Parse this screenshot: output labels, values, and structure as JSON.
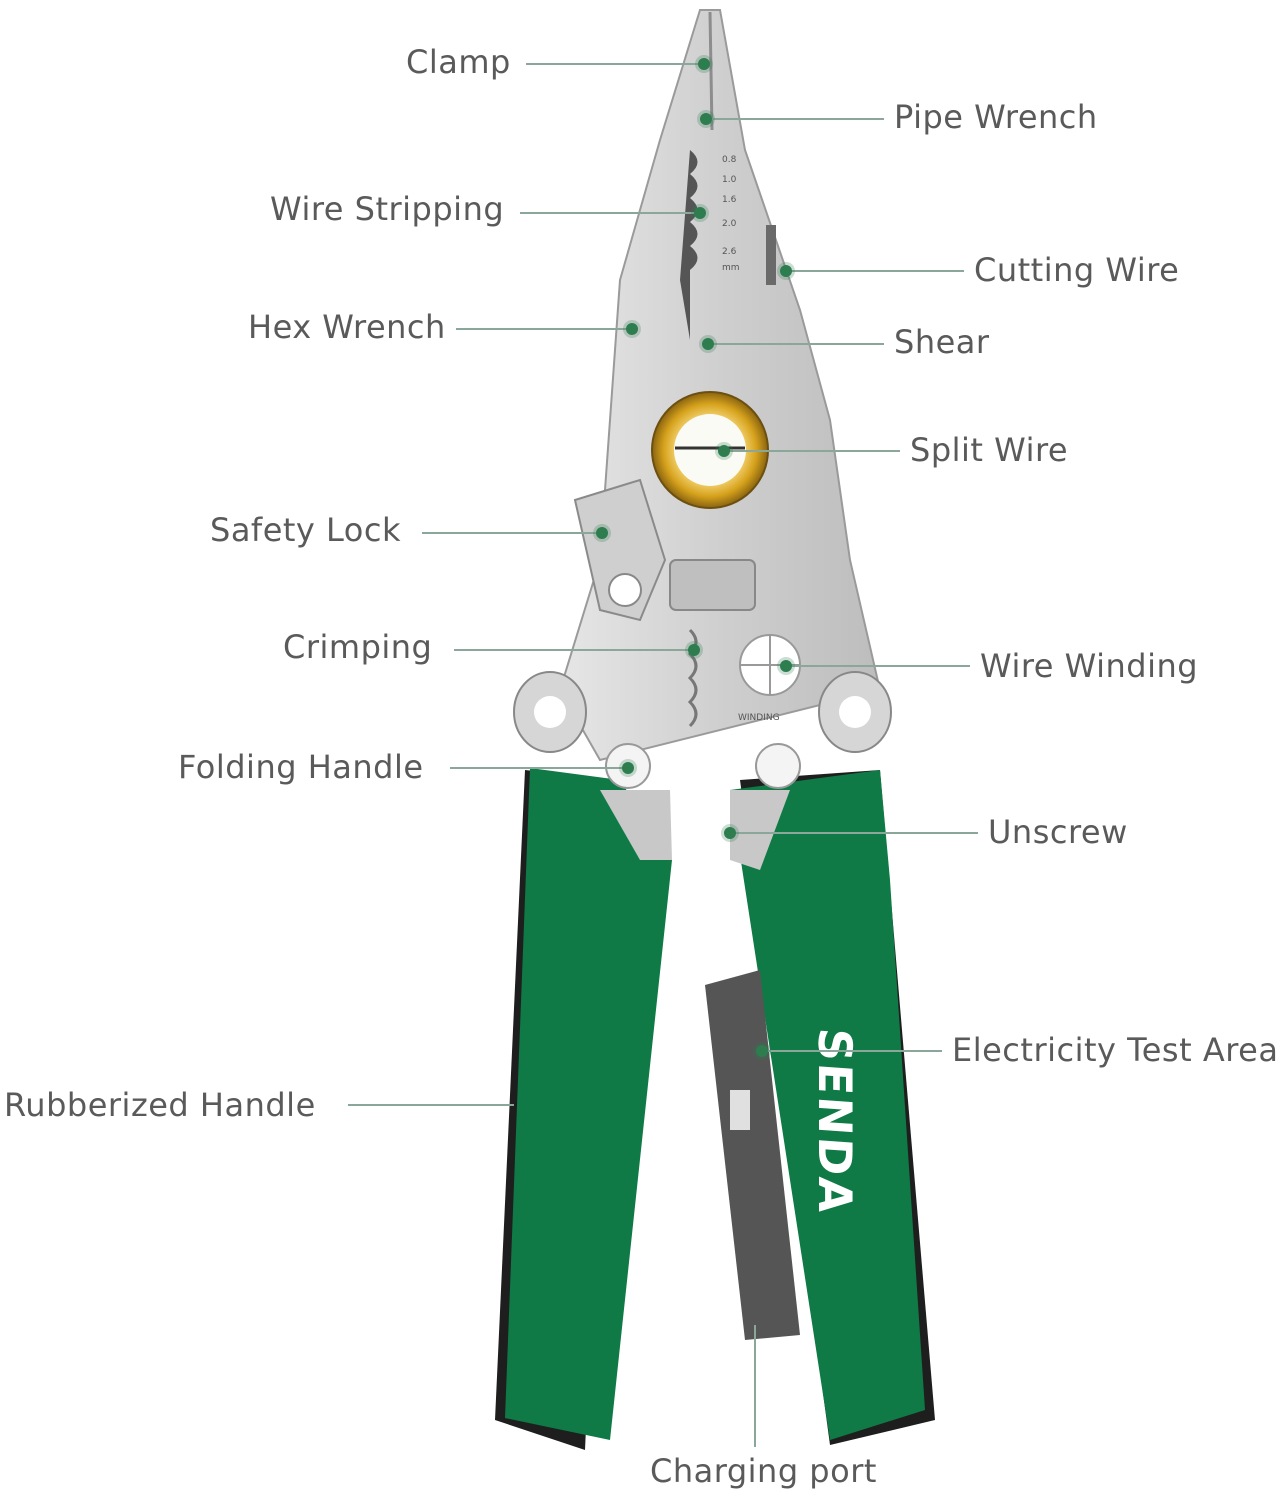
{
  "product": {
    "brand": "SENDA",
    "type": "multi-function wire stripper pliers",
    "colors": {
      "handle_green": "#0f7a45",
      "handle_dark": "#1e1e1e",
      "steel": "#d4d4d4",
      "brass": "#d6a21c",
      "label_text": "#5a5a5a",
      "leader_line": "#8aa79a",
      "marker_dot": "#2e7d4f"
    }
  },
  "stripper_gauges": [
    "0.8",
    "1.0",
    "1.6",
    "2.0",
    "2.6",
    "mm"
  ],
  "winding_text": "WINDING",
  "callouts": {
    "clamp": "Clamp",
    "pipe_wrench": "Pipe Wrench",
    "wire_stripping": "Wire Stripping",
    "cutting_wire": "Cutting Wire",
    "hex_wrench": "Hex Wrench",
    "shear": "Shear",
    "split_wire": "Split Wire",
    "safety_lock": "Safety Lock",
    "crimping": "Crimping",
    "wire_winding": "Wire Winding",
    "folding_handle": "Folding Handle",
    "unscrew": "Unscrew",
    "electricity_test_area": "Electricity Test Area",
    "rubberized_handle": "Rubberized Handle",
    "charging_port": "Charging port"
  }
}
